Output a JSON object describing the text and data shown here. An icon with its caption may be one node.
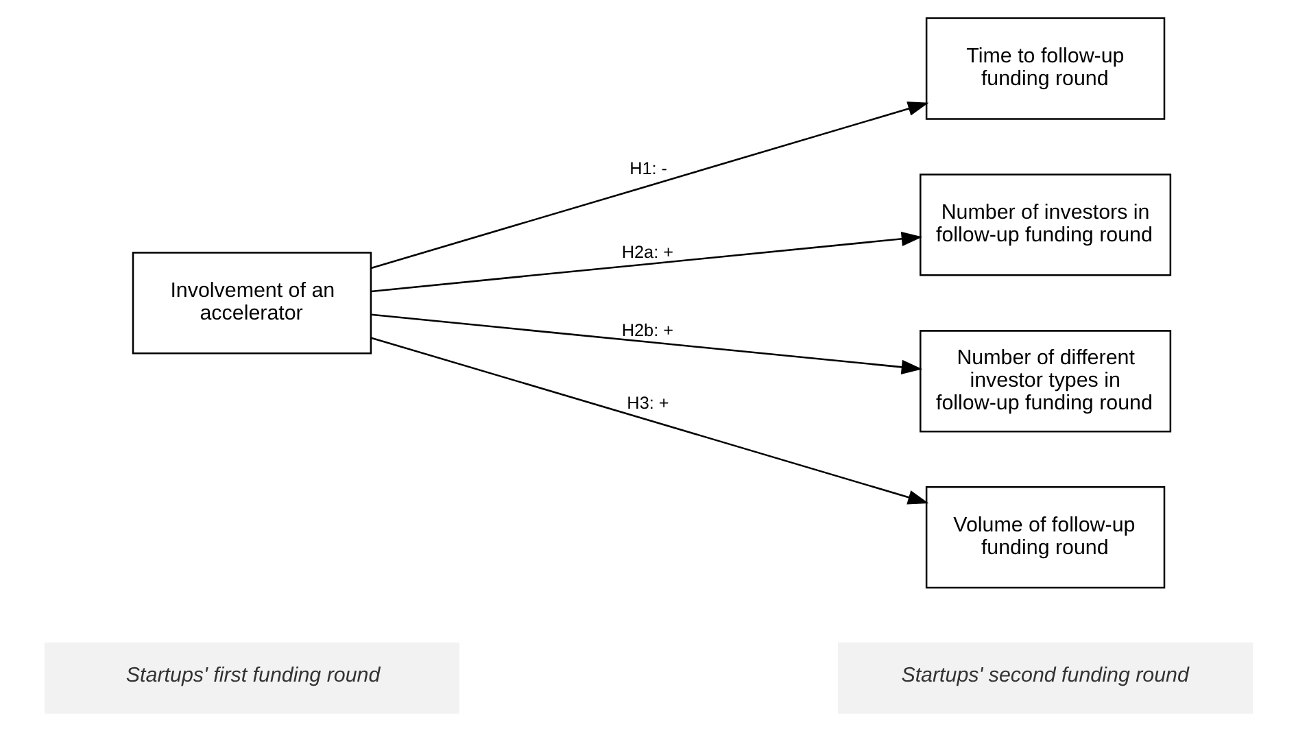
{
  "diagram": {
    "nodes": [
      {
        "text": [
          "Startups' first funding round"
        ]
      },
      {
        "text": [
          "Startups' second funding round"
        ]
      },
      {
        "text": [
          "Involvement of an accelerator"
        ]
      },
      {
        "text": [
          "Time to follow-up funding round"
        ]
      },
      {
        "text": [
          "Number of investors in follow-up funding round"
        ]
      },
      {
        "text": [
          "Number of different investor types in follow-up funding round"
        ]
      },
      {
        "text": [
          "Volume of follow-up funding round"
        ]
      }
    ],
    "edges": [
      {
        "from": 2,
        "to": 3,
        "arrow": "to",
        "label": "H1: -"
      },
      {
        "from": 2,
        "to": 4,
        "arrow": "to",
        "label": "H2a: +"
      },
      {
        "from": 2,
        "to": 5,
        "arrow": "to",
        "label": "H2b: +"
      },
      {
        "from": 2,
        "to": 6,
        "arrow": "to",
        "label": "H3: +"
      }
    ]
  }
}
